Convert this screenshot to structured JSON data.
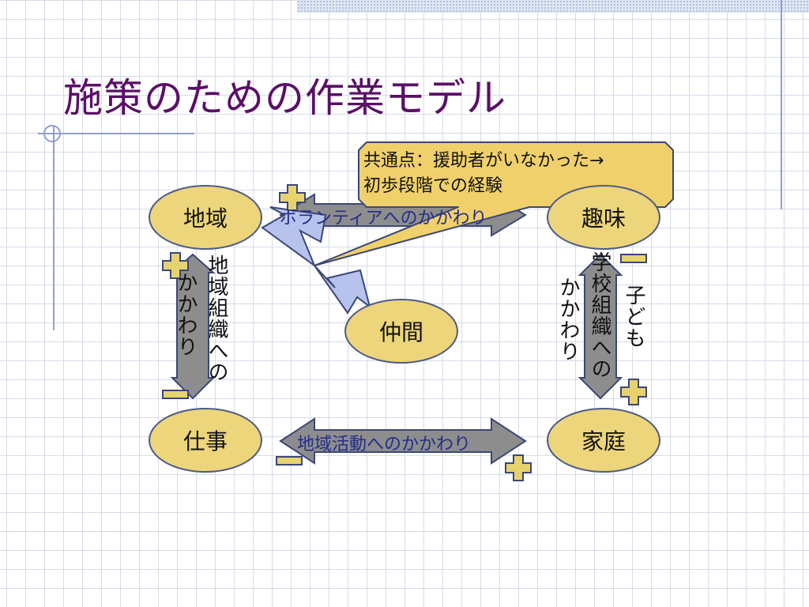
{
  "title": "施策のための作業モデル",
  "callout": {
    "line1": "共通点：援助者がいなかった→",
    "line2": "初歩段階での経験"
  },
  "nodes": {
    "chiiki": "地域",
    "shumi": "趣味",
    "nakama": "仲間",
    "shigoto": "仕事",
    "katei": "家庭"
  },
  "arrows": {
    "top": "ボランティアへのかかわり",
    "bottom": "地域活動へのかかわり",
    "left_inner": "地域組織への",
    "left_outer": "かかわり",
    "right_inner": "学校組織への",
    "right_inner2": "かかわり",
    "right_outer": "子ども"
  },
  "signs": {
    "plus": "＋",
    "minus": "－"
  },
  "colors": {
    "title": "#5b0f67",
    "oval_fill": "#ecd57a",
    "callout_fill": "#f0d06a",
    "arrow_fill": "#8d8d8d",
    "pointer_fill": "#b7c3ec",
    "sign_fill": "#e7d36e"
  }
}
